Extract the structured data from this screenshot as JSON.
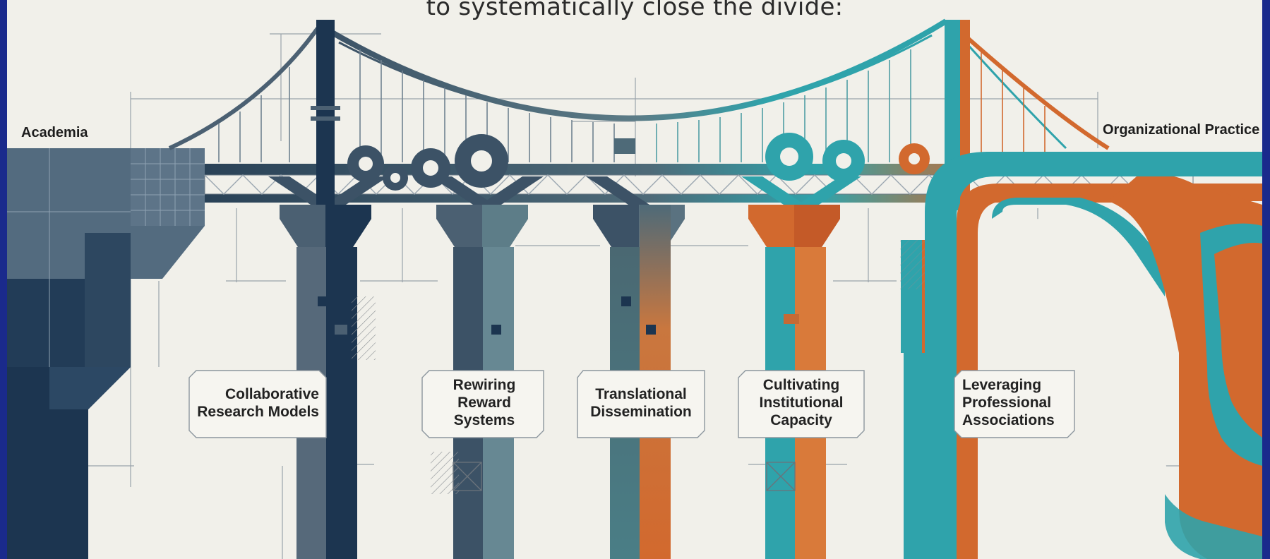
{
  "header": {
    "text": "to systematically close the divide:"
  },
  "labels": {
    "left": "Academia",
    "right": "Organizational Practice"
  },
  "pillars": [
    {
      "label": "Collaborative\nResearch Models"
    },
    {
      "label": "Rewiring\nReward\nSystems"
    },
    {
      "label": "Translational\nDissemination"
    },
    {
      "label": "Cultivating\nInstitutional\nCapacity"
    },
    {
      "label": "Leveraging\nProfessional\nAssociations"
    }
  ],
  "colors": {
    "navy": "#1c3550",
    "slate": "#4b6072",
    "teal": "#2fa3ab",
    "orange": "#d2692e",
    "background": "#f1f0ea",
    "frame": "#1a2a8c"
  }
}
